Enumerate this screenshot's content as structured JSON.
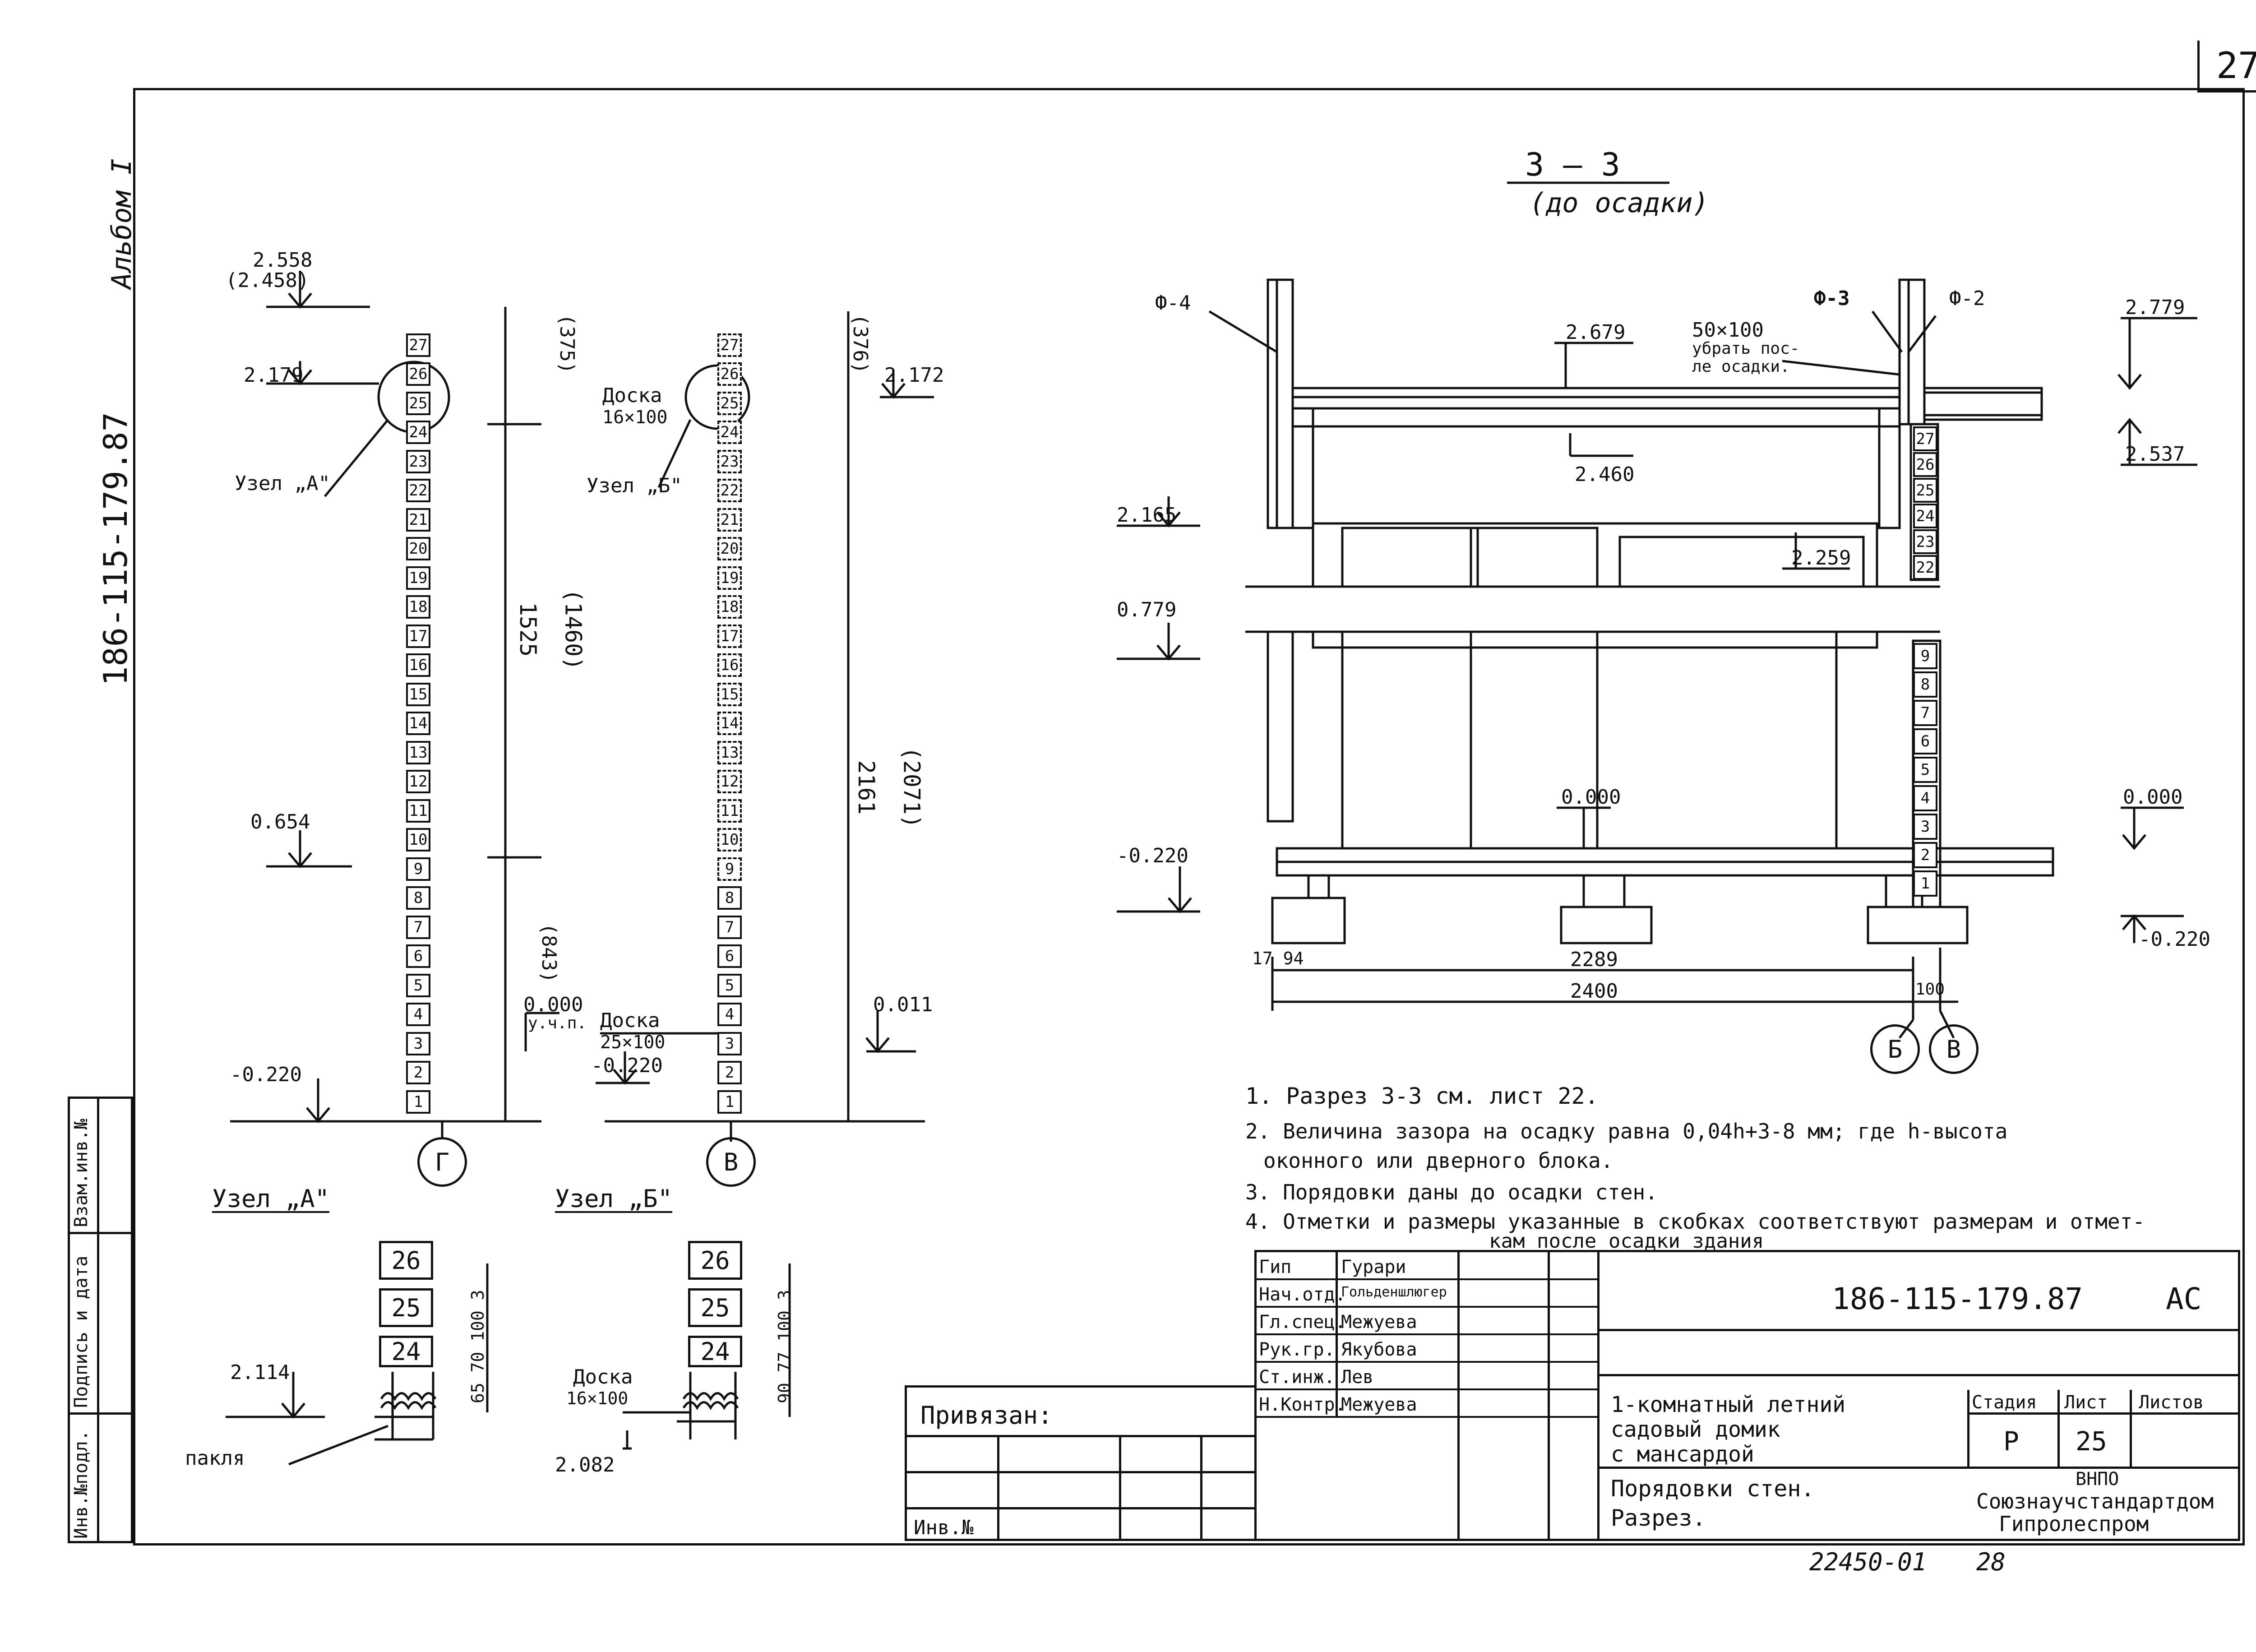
{
  "sheet_number": "27",
  "album": "Альбом I",
  "doc_code_vertical": "186-115-179.87",
  "side_stamp": [
    "Инв.№подл.",
    "Подпись и дата",
    "Взам.инв.№"
  ],
  "section_title": "3 — 3",
  "section_subtitle": "(до осадки)",
  "left_wall_G": {
    "elev_top": "2.558",
    "elev_top_after": "(2.458)",
    "elev_2179": "2.179",
    "elev_0654": "0.654",
    "elev_minus": "-0.220",
    "node_label": "Узел „А\"",
    "axis": "Г",
    "dim_upper": "1525",
    "dim_upper_after": "(1460)",
    "dim_lower": "(843)",
    "dim_top": "(375)",
    "elev_zero": "0.000",
    "elev_zero_note": "у.ч.п."
  },
  "right_wall_V": {
    "elev_2172": "2.172",
    "board_top": "Доска",
    "board_top_size": "16×100",
    "node_label": "Узел „Б\"",
    "board_bottom": "Доска",
    "board_bottom_size": "25×100",
    "elev_minus": "-0.220",
    "elev_0011": "0.011",
    "dim_main": "2161",
    "dim_main_after": "(2071)",
    "dim_top": "(376)",
    "axis": "В"
  },
  "brick_rows": [
    "1",
    "2",
    "3",
    "4",
    "5",
    "6",
    "7",
    "8",
    "9",
    "10",
    "11",
    "12",
    "13",
    "14",
    "15",
    "16",
    "17",
    "18",
    "19",
    "20",
    "21",
    "22",
    "23",
    "24",
    "25",
    "26",
    "27"
  ],
  "node_A": {
    "title": "Узел „А\"",
    "bricks": [
      "26",
      "25",
      "24"
    ],
    "elev": "2.114",
    "label": "пакля",
    "dims": "65 70 100 3"
  },
  "node_B": {
    "title": "Узел „Б\"",
    "bricks": [
      "26",
      "25",
      "24"
    ],
    "board": "Доска",
    "board_size": "16×100",
    "elev": "2.082",
    "dims": "90 77 100 3"
  },
  "section": {
    "f4": "Ф-4",
    "f3": "Ф-3",
    "f2": "Ф-2",
    "elev_2679": "2.679",
    "beam_note": "50×100",
    "beam_note2": "убрать пос-",
    "beam_note3": "ле осадки.",
    "elev_2779": "2.779",
    "elev_2537": "2.537",
    "elev_2460": "2.460",
    "elev_2165": "2.165",
    "elev_2259": "2.259",
    "elev_0779": "0.779",
    "elev_0000a": "0.000",
    "elev_0000b": "0.000",
    "elev_m0220a": "-0.220",
    "elev_m0220b": "-0.220",
    "dim_17_94": "17 94",
    "dim_2289": "2289",
    "dim_2400": "2400",
    "dim_100": "100",
    "axis_B": "Б",
    "axis_V": "В",
    "bricks_right": [
      "27",
      "26",
      "25",
      "24",
      "23",
      "22"
    ],
    "bricks_right_low": [
      "9",
      "8",
      "7",
      "6",
      "5",
      "4",
      "3",
      "2",
      "1"
    ]
  },
  "notes": [
    "1. Разрез 3-3 см. лист 22.",
    "2. Величина зазора на осадку равна 0,04h+3-8 мм; где h-высота",
    "оконного или дверного блока.",
    "3. Порядовки даны до осадки стен.",
    "4. Отметки и размеры указанные в скобках соответствуют размерам и отмет-",
    "кам после осадки здания"
  ],
  "titleblock": {
    "roles": [
      "Гип",
      "Нач.отд.",
      "Гл.спец.",
      "Рук.гр.",
      "Ст.инж.",
      "Н.Контр."
    ],
    "names": [
      "Гурари",
      "Гольденшлюгер",
      "Межуева",
      "Якубова",
      "Лев",
      "Межуева"
    ],
    "doc_code": "186-115-179.87",
    "mark": "АС",
    "project": [
      "1-комнатный летний",
      "садовый домик",
      "с мансардой"
    ],
    "sheet_title": [
      "Порядовки стен.",
      "Разрез."
    ],
    "stage_h": "Стадия",
    "sheet_h": "Лист",
    "sheets_h": "Листов",
    "stage": "Р",
    "sheet": "25",
    "org": [
      "ВНПО",
      "Союзнаучстандартдом",
      "Гипролеспром"
    ],
    "privyazan": "Привязан:",
    "inv": "Инв.№"
  },
  "footer_num": "22450-01",
  "footer_page": "28"
}
